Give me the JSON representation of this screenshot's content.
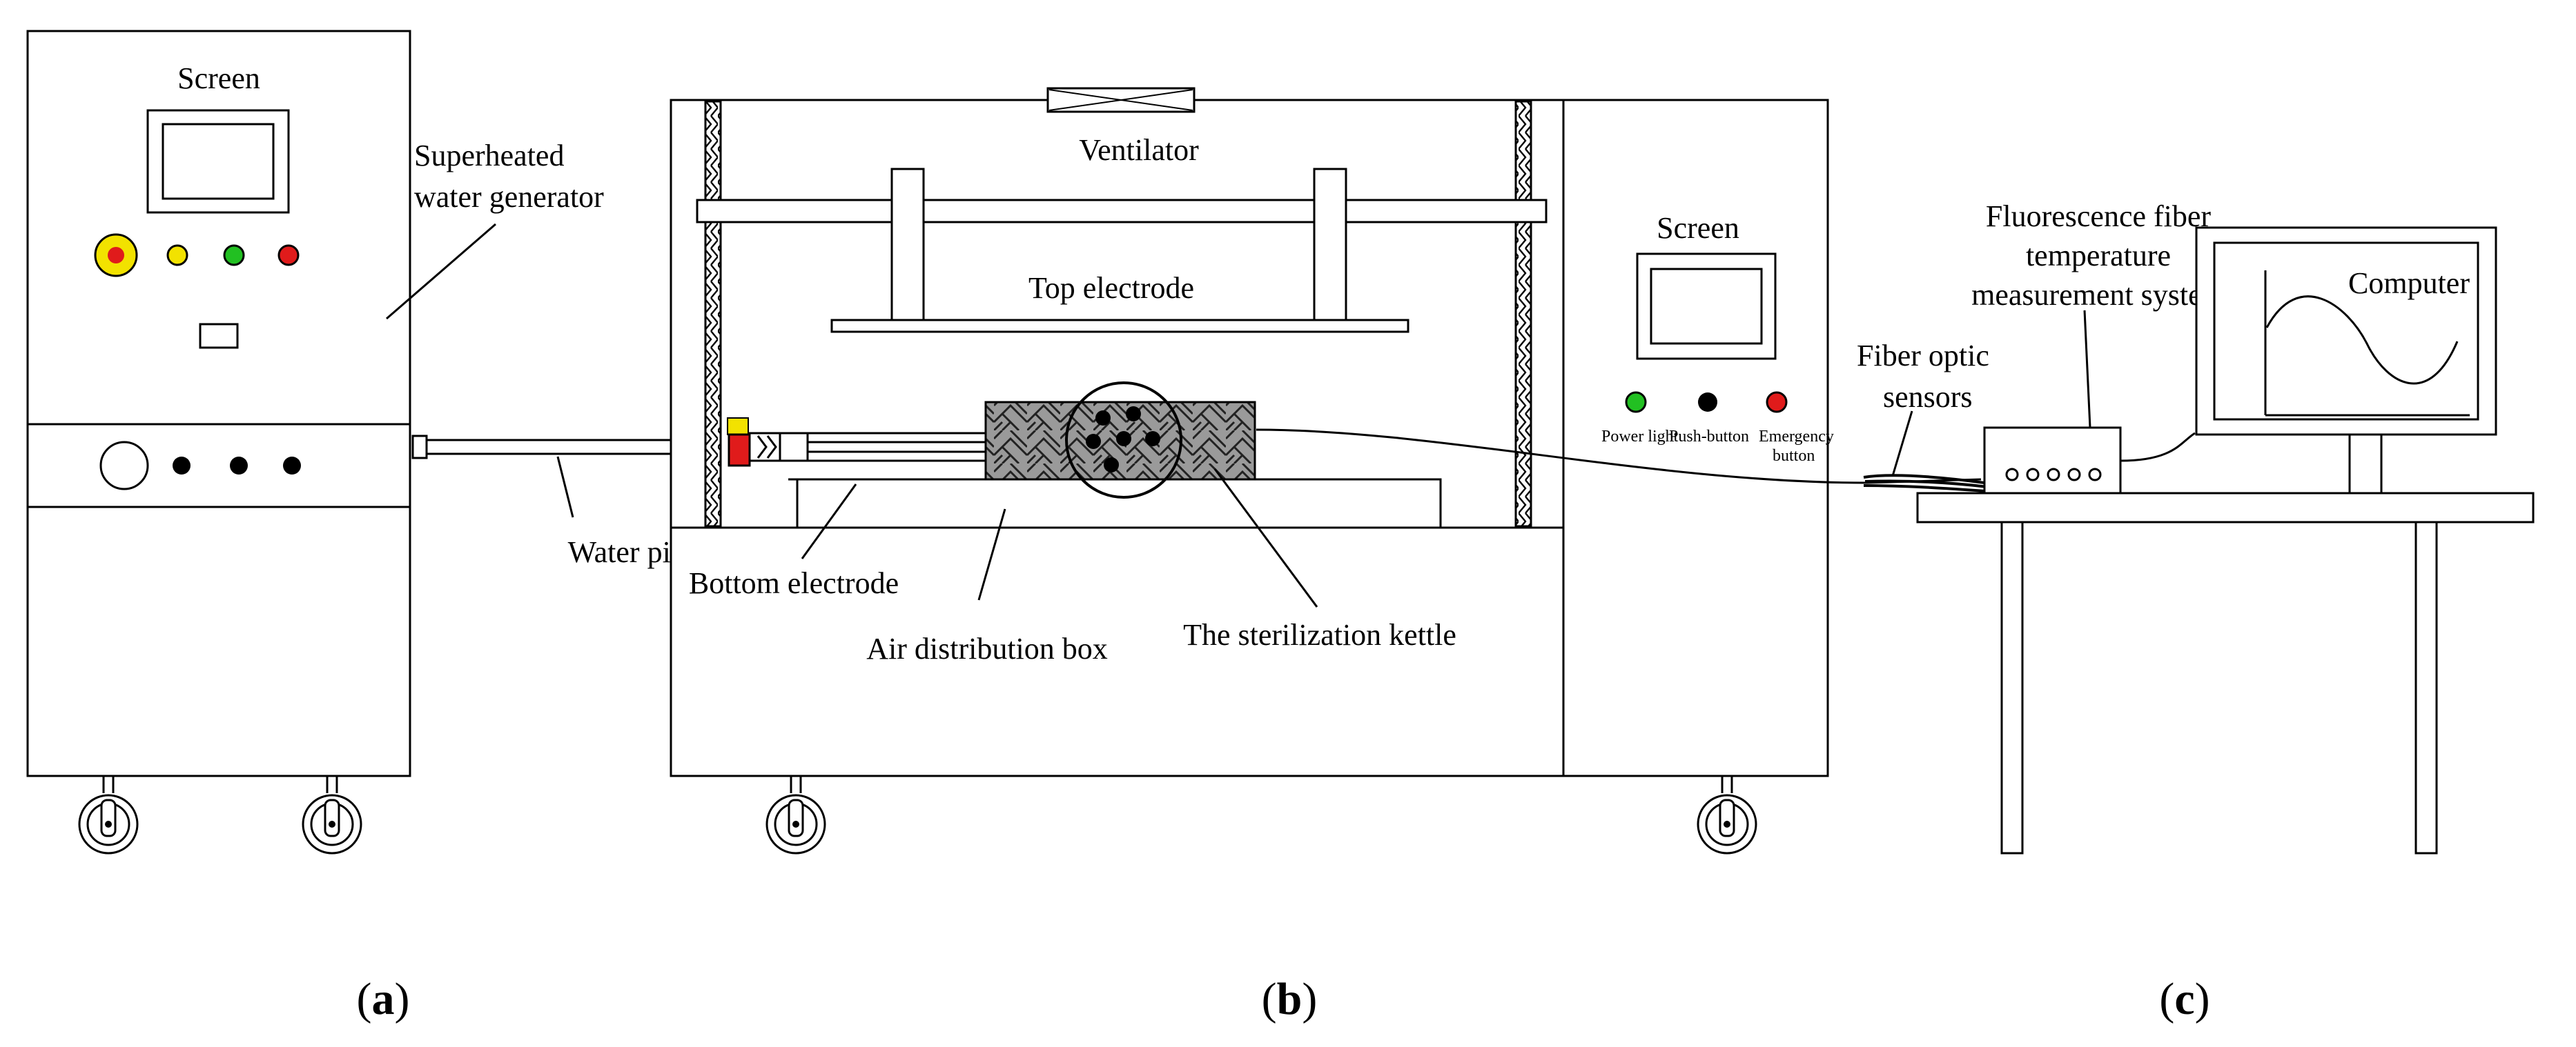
{
  "generator": {
    "screen_label": "Screen",
    "name_line1": "Superheated",
    "name_line2": "water   generator"
  },
  "water_pipe_label": "Water pipe",
  "chamber": {
    "ventilator_label": "Ventilator",
    "top_electrode_label": "Top electrode",
    "bottom_electrode_label": "Bottom electrode",
    "air_box_label": "Air distribution box",
    "kettle_label": "The sterilization kettle"
  },
  "control_panel": {
    "screen_label": "Screen",
    "power_light_label": "Power light",
    "push_button_label": "Push-button",
    "emergency_line1": "Emergency",
    "emergency_line2": "button"
  },
  "measurement": {
    "system_line1": "Fluorescence fiber",
    "system_line2": "temperature",
    "system_line3": "measurement system",
    "sensors_line1": "Fiber optic",
    "sensors_line2": "sensors",
    "computer_label": "Computer"
  },
  "panels": {
    "a": {
      "open": "(",
      "letter": "a",
      "close": ")"
    },
    "b": {
      "open": "(",
      "letter": "b",
      "close": ")"
    },
    "c": {
      "open": "(",
      "letter": "c",
      "close": ")"
    }
  },
  "colors": {
    "emergency_red": "#e01b1b",
    "indicator_yellow": "#f2e200",
    "power_green": "#22c022",
    "black": "#000000"
  }
}
